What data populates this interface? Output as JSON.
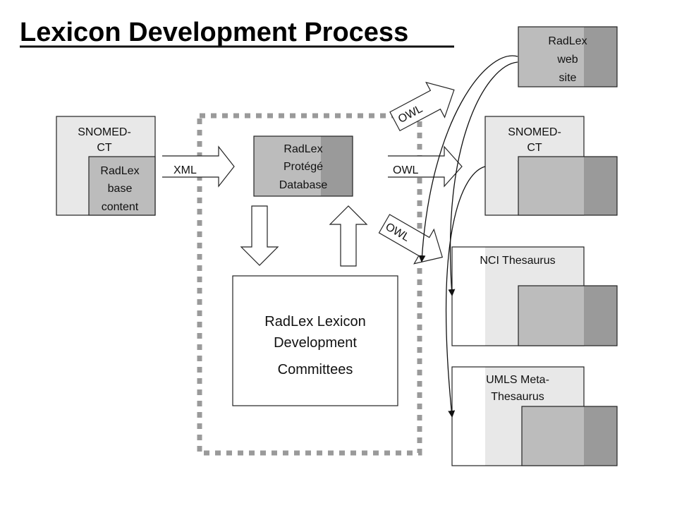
{
  "title": "Lexicon Development Process",
  "colors": {
    "light": "#e8e8e8",
    "mid": "#bcbcbc",
    "dark": "#9a9a9a",
    "white": "#ffffff",
    "dashed_border": "#9a9a9a"
  },
  "source": {
    "outer_label": [
      "SNOMED-",
      "CT"
    ],
    "inner_label": [
      "RadLex",
      "base",
      "content"
    ]
  },
  "export_labels": {
    "xml": "XML",
    "owl_up": "OWL",
    "owl_mid": "OWL",
    "owl_down": "OWL"
  },
  "protege": [
    "RadLex",
    "Protégé",
    "Database"
  ],
  "committee": [
    "RadLex Lexicon",
    "Development",
    "Committees"
  ],
  "targets": {
    "web": [
      "RadLex",
      "web",
      "site"
    ],
    "snomed": [
      "SNOMED-",
      "CT"
    ],
    "nci": [
      "NCI Thesaurus"
    ],
    "umls": [
      "UMLS Meta-",
      "Thesaurus"
    ]
  }
}
